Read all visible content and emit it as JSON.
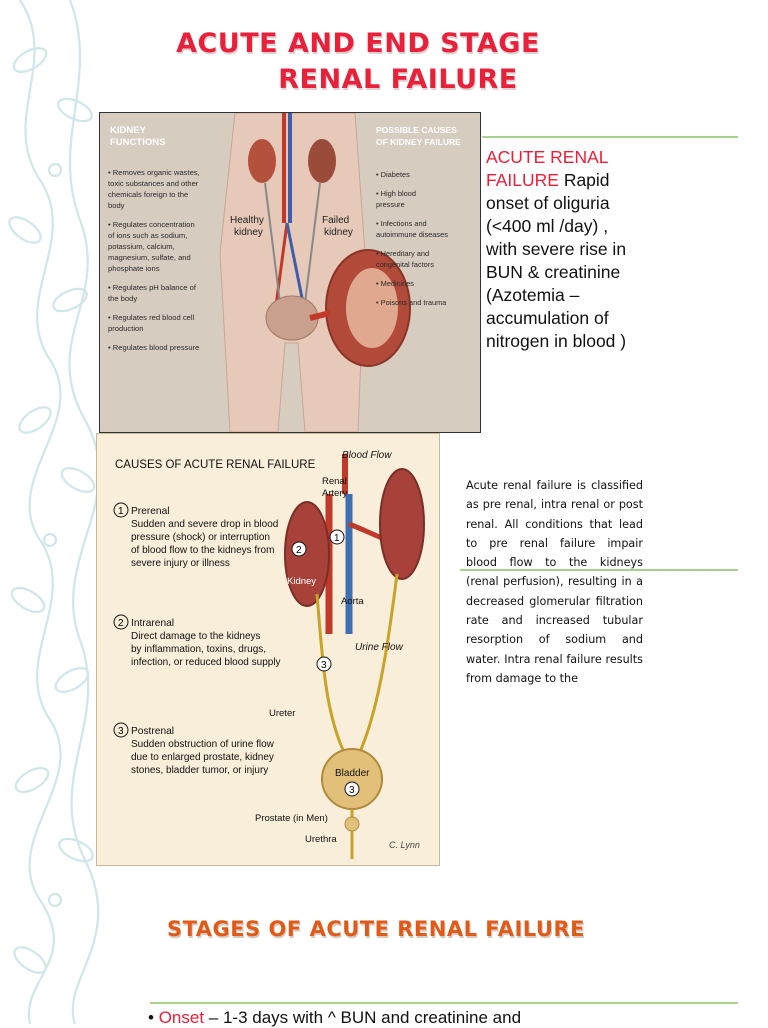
{
  "title_line1": "ACUTE AND END STAGE",
  "title_line2": "RENAL FAILURE",
  "figure1": {
    "left_heading": [
      "KIDNEY",
      "FUNCTIONS"
    ],
    "functions": [
      "• Removes organic wastes, toxic substances and other chemicals foreign to the body",
      "• Regulates concentration of ions such as sodium, potassium, calcium, magnesium, sulfate, and phosphate ions",
      "• Regulates pH balance of the body",
      "• Regulates red blood cell production",
      "• Regulates blood pressure"
    ],
    "healthy_label": [
      "Healthy",
      "kidney"
    ],
    "failed_label": [
      "Failed",
      "kidney"
    ],
    "right_heading": [
      "POSSIBLE CAUSES",
      "OF KIDNEY FAILURE"
    ],
    "causes": [
      "• Diabetes",
      "• High blood pressure",
      "• Infections and autoimmune diseases",
      "• Hereditary and congenital factors",
      "• Medicines",
      "• Poisons and trauma"
    ]
  },
  "arf_heading": "ACUTE RENAL FAILURE",
  "arf_text": " Rapid onset of oliguria (<400 ml /day) , with  severe rise in BUN & creatinine (Azotemia – accumulation of nitrogen in blood )",
  "figure2": {
    "heading": "CAUSES OF ACUTE RENAL FAILURE",
    "prerenal_title": "Prerenal",
    "prerenal_text": [
      "Sudden and severe drop in blood",
      "pressure (shock) or interruption",
      "of blood flow to the kidneys from",
      "severe injury or illness"
    ],
    "intrarenal_title": "Intrarenal",
    "intrarenal_text": [
      "Direct damage to the kidneys",
      "by inflammation, toxins, drugs,",
      "infection, or reduced blood supply"
    ],
    "postrenal_title": "Postrenal",
    "postrenal_text": [
      "Sudden obstruction of urine flow",
      "due to enlarged prostate, kidney",
      "stones, bladder tumor, or injury"
    ],
    "blood_flow": "Blood Flow",
    "renal_artery": [
      "Renal",
      "Artery"
    ],
    "kidney": "Kidney",
    "aorta": "Aorta",
    "urine_flow": "Urine Flow",
    "ureter": "Ureter",
    "bladder": "Bladder",
    "prostate": "Prostate (in Men)",
    "urethra": "Urethra",
    "signature": "C. Lynn",
    "num1": "1",
    "num2": "2",
    "num3": "3"
  },
  "classification_text": "Acute renal failure is classified as pre renal, intra renal or post renal. All conditions that lead to pre renal failure impair blood flow to the kidneys (renal perfusion), resulting in a decreased glomerular filtration rate and increased tubular resorption of sodium and water. Intra renal failure results from damage to the",
  "stages_title": "STAGES OF ACUTE RENAL FAILURE",
  "bullet_onset_label": "Onset",
  "bullet_onset_text": " – 1-3 days with ^ BUN and creatinine and",
  "colors": {
    "accent_red": "#e8203a",
    "stages_orange": "#e05a1a",
    "rule_green": "#a9d18e"
  }
}
